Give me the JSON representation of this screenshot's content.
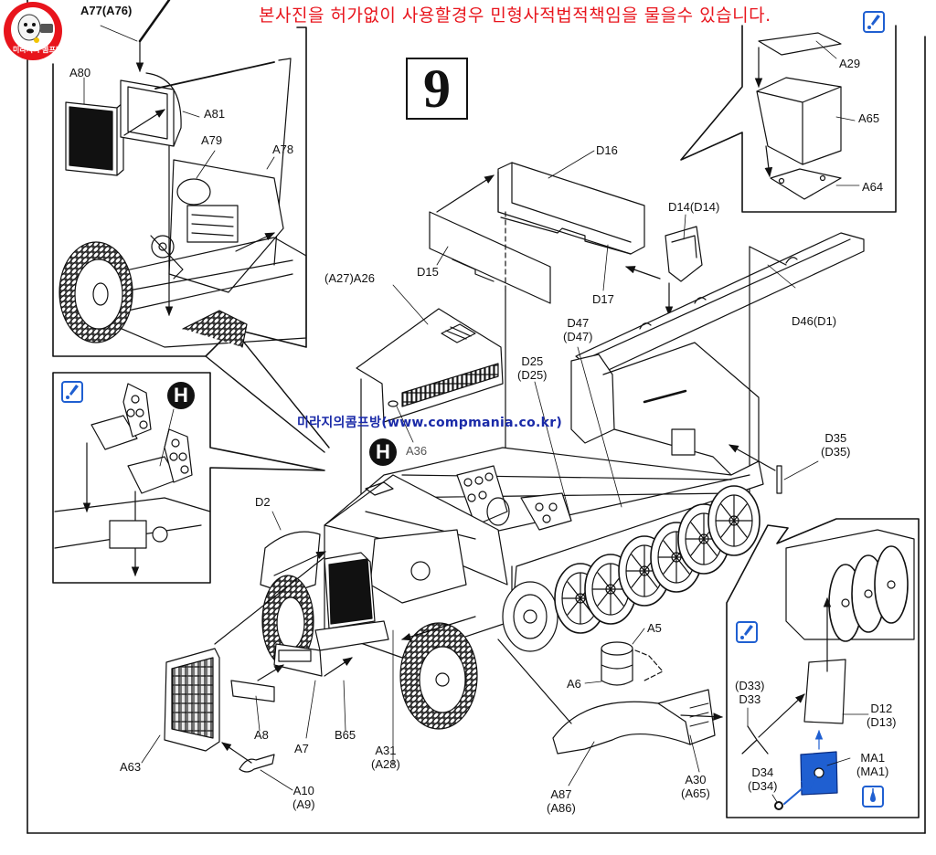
{
  "header": {
    "warning_text": "본사진을 허가없이 사용할경우 민형사적법적책임을 물을수 있습니다.",
    "watermark_text": "미라지의콤프방(www.compmania.co.kr)",
    "logo_text": "미라지의 콤프방",
    "step_number": "9"
  },
  "colors": {
    "warning": "#e8141c",
    "watermark": "#1a2aa8",
    "paint_icon": "#1f5fd1",
    "decal_part": "#1f5fd1"
  },
  "icons": {
    "paint": "paint-brush-icon",
    "decal": "water-drop-icon",
    "option_h": "H"
  },
  "callouts": {
    "engine_detail": {
      "labels": [
        "A77(A76)",
        "A80",
        "A81",
        "A79",
        "A78"
      ]
    },
    "seat_detail": {
      "badge": "H"
    },
    "battery_box_detail": {
      "labels": [
        "A29",
        "A65",
        "A64"
      ]
    },
    "rear_plate_detail": {
      "labels": {
        "d33_top": "(D33)",
        "d33_bottom": "D33",
        "d12_top": "D12",
        "d12_bottom": "(D13)",
        "ma1_top": "MA1",
        "ma1_bottom": "(MA1)",
        "d34_top": "D34",
        "d34_bottom": "(D34)"
      }
    }
  },
  "main_labels": {
    "d16": "D16",
    "d15": "D15",
    "d17": "D17",
    "d14": "D14(D14)",
    "d46": "D46(D1)",
    "a26": "(A27)A26",
    "d47_top": "D47",
    "d47_bottom": "(D47)",
    "d25_top": "D25",
    "d25_bottom": "(D25)",
    "a36": "A36",
    "badge_h": "H",
    "d35_top": "D35",
    "d35_bottom": "(D35)",
    "d2": "D2",
    "a5": "A5",
    "a6": "A6",
    "a8": "A8",
    "a7": "A7",
    "b65": "B65",
    "a63": "A63",
    "a31_top": "A31",
    "a31_bottom": "(A28)",
    "a10_top": "A10",
    "a10_bottom": "(A9)",
    "a87_top": "A87",
    "a87_bottom": "(A86)",
    "a30_top": "A30",
    "a30_bottom": "(A65)"
  }
}
